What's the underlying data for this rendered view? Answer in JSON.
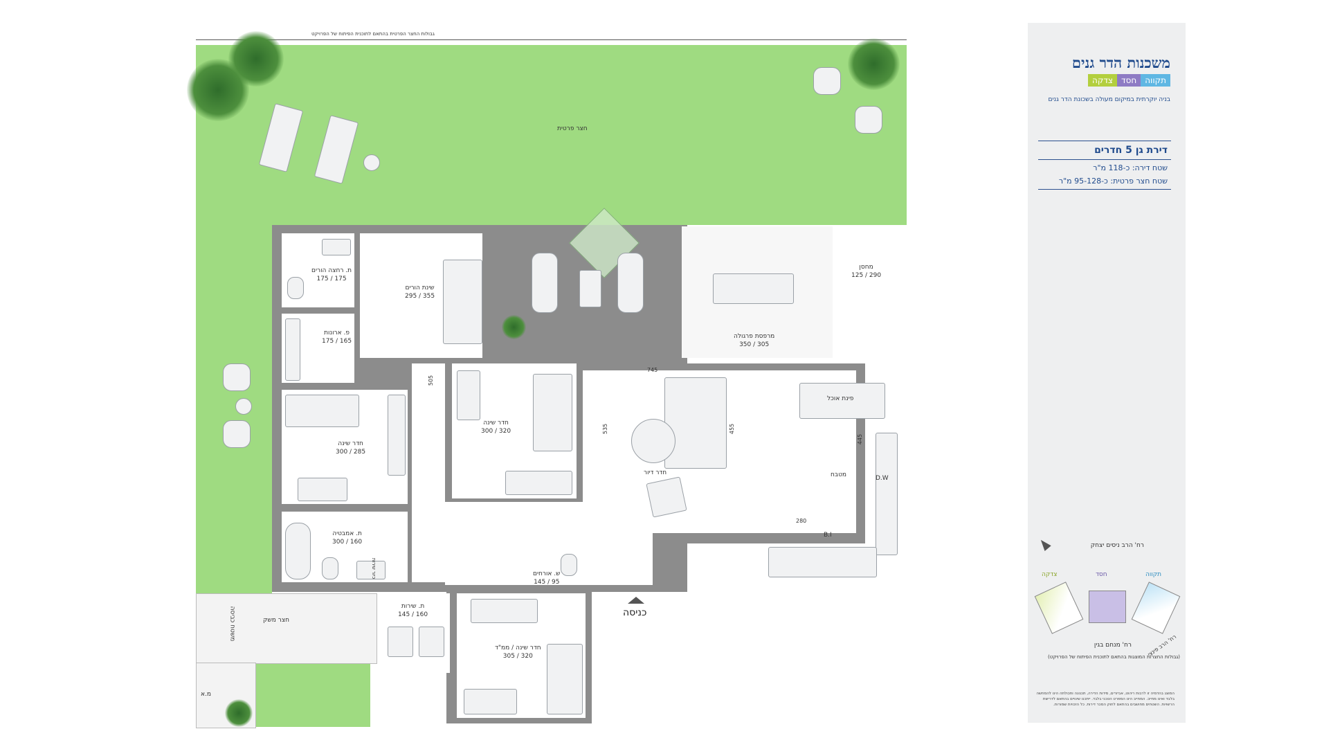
{
  "plan": {
    "top_note": "גבולות החצר הפרטית בהתאם לתוכנית הפיתוח של הפרויקט",
    "entrance": "כניסה",
    "rooms": [
      {
        "id": "garden",
        "name": "חצר פרטית",
        "dims": ""
      },
      {
        "id": "master-bath",
        "name": "ת. רחצה הורים",
        "dims": "175 / 175"
      },
      {
        "id": "master-bed",
        "name": "שינת הורים",
        "dims": "295 / 355"
      },
      {
        "id": "closet",
        "name": "פ. ארונות",
        "dims": "175 / 165"
      },
      {
        "id": "bedroom-west",
        "name": "חדר שינה",
        "dims": "300 / 285"
      },
      {
        "id": "bedroom-center",
        "name": "חדר שינה",
        "dims": "300 / 320"
      },
      {
        "id": "bath",
        "name": "ת. אמבטיה",
        "dims": "300 / 160"
      },
      {
        "id": "pergola",
        "name": "מרפסת פרגולה",
        "dims": "350 / 305"
      },
      {
        "id": "storage",
        "name": "מחסן",
        "dims": "125 / 290"
      },
      {
        "id": "dining",
        "name": "פינת אוכל",
        "dims": ""
      },
      {
        "id": "living",
        "name": "חדר דיור",
        "dims": ""
      },
      {
        "id": "kitchen",
        "name": "מטבח",
        "dims": ""
      },
      {
        "id": "guest-wc",
        "name": "ש. אורחים",
        "dims": "145 / 95"
      },
      {
        "id": "laundry",
        "name": "ת. שירות",
        "dims": "145 / 160"
      },
      {
        "id": "safe-room",
        "name": "חדר שינה / ממ\"ד",
        "dims": "305 / 320"
      },
      {
        "id": "service-yard",
        "name": "חצר משק",
        "dims": ""
      }
    ],
    "dims": {
      "d745": "745",
      "d505": "505",
      "d535": "535",
      "d455": "455",
      "d445": "445",
      "d280": "280"
    },
    "labels": {
      "dw": "D.W",
      "bi": "B.I",
      "ma": "מ.א",
      "laundry_line": "משטח כביסה",
      "kitchen_sink": "כיור שירות"
    }
  },
  "sidebar": {
    "brand_title": "משכנות הדר גנים",
    "tag_words": [
      "תקווה",
      "חסד",
      "צדקה"
    ],
    "tag_colors": [
      "#5fb7e3",
      "#8e7bc4",
      "#b3cf3e"
    ],
    "tagline": "בניה יוקרתית במיקום מעולה בשכונת הדר גנים",
    "apartment_type": "דירת גן 5 חדרים",
    "area_line": "שטח דירה: כ-118 מ\"ר",
    "yard_line": "שטח חצר פרטית: כ-95-128 מ\"ר",
    "street_top": "רח' הרב ניסים יצחק",
    "mini_labels": [
      "צדקה",
      "חסד",
      "תקווה"
    ],
    "street_right": "רח' הרב פינצי",
    "street_bottom": "רח' מנחם בגין",
    "map_note": "(גבולות החצרות המוצגות בהתאם לתוכנית הפיתוח של הפרויקט)",
    "fineprint": "המוצג בהדמיה זו לרבות ריהוט, אביזרים, מידות הדירה, תכנונה ותכולתה הינו להמחשה בלבד ואינו מחייב. המחייב הינו המפרט הטכני בלבד. ייתכנו שינויים בהתאם לדרישת הרשויות. השטחים מחושבים בהתאם לחוק המכר דירות. כל הזכויות שמורות.",
    "colors": {
      "brand_blue": "#1f4a8c",
      "line": "#2a4f8e"
    }
  }
}
